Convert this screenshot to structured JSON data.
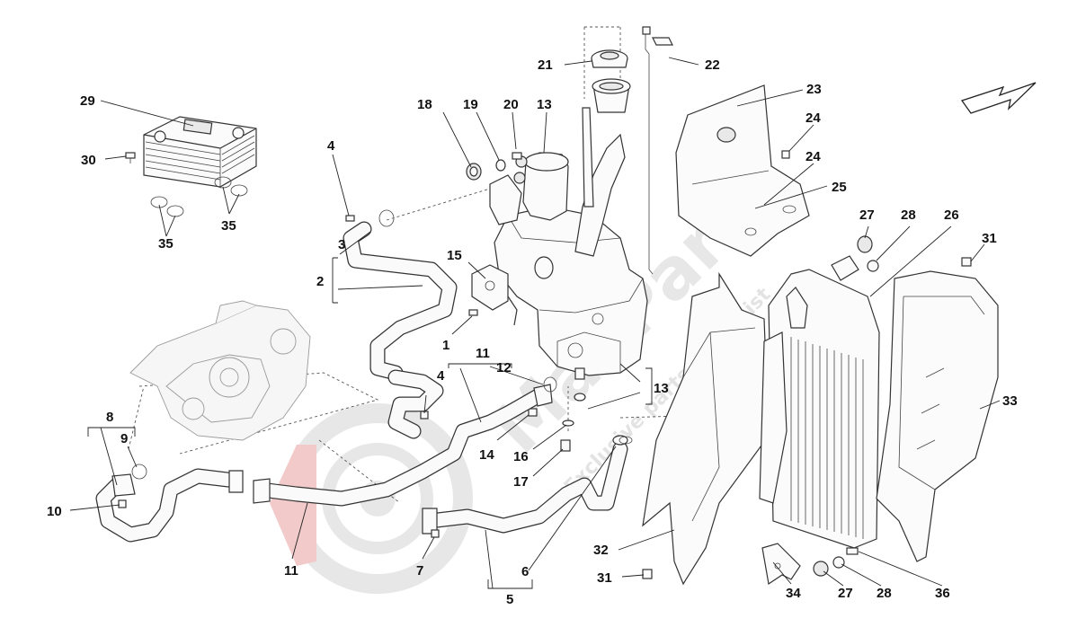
{
  "callouts": {
    "c1": "1",
    "c2": "2",
    "c3": "3",
    "c4a": "4",
    "c4b": "4",
    "c5": "5",
    "c6": "6",
    "c7": "7",
    "c8": "8",
    "c9": "9",
    "c10": "10",
    "c11a": "11",
    "c11b": "11",
    "c12": "12",
    "c13a": "13",
    "c13b": "13",
    "c14": "14",
    "c15": "15",
    "c16": "16",
    "c17": "17",
    "c18": "18",
    "c19": "19",
    "c20": "20",
    "c21": "21",
    "c22": "22",
    "c23": "23",
    "c24a": "24",
    "c24b": "24",
    "c25": "25",
    "c26": "26",
    "c27a": "27",
    "c27b": "27",
    "c28a": "28",
    "c28b": "28",
    "c29": "29",
    "c30": "30",
    "c31a": "31",
    "c31b": "31",
    "c32": "32",
    "c33": "33",
    "c34": "34",
    "c35a": "35",
    "c35b": "35",
    "c36": "36"
  },
  "watermark": {
    "brand": "MaxParts",
    "tagline": "Exclusive parts specialist",
    "color": "#d8d8d8",
    "accent": "#e8a0a0"
  },
  "icons": {
    "direction": "arrow-outline-icon"
  }
}
